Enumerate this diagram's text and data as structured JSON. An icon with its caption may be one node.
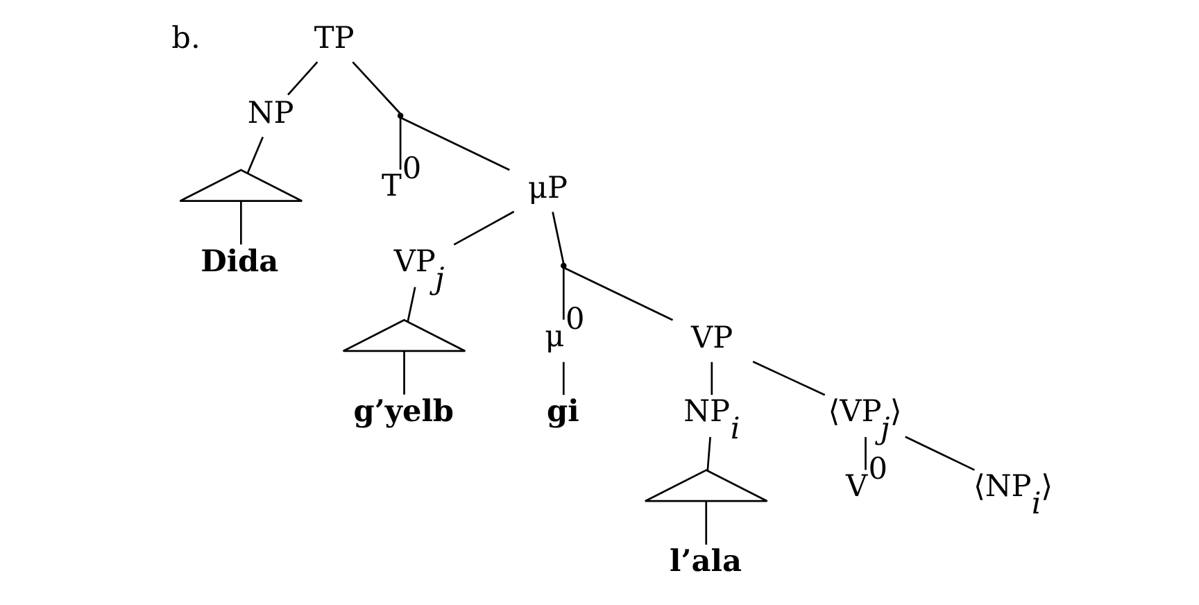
{
  "diagram": {
    "nodes": [
      {
        "text": [
          "TP"
        ]
      },
      {
        "text": [
          "NP"
        ]
      },
      {
        "text": [],
        "shape": "point"
      },
      {
        "text": [],
        "shape": "triangle"
      },
      {
        "text": [
          "Dida"
        ]
      },
      {
        "text": [
          "T$^{0}$"
        ]
      },
      {
        "text": [
          "μP"
        ]
      },
      {
        "text": [
          "VP$_{j}$"
        ]
      },
      {
        "text": [],
        "shape": "point"
      },
      {
        "text": [],
        "shape": "triangle"
      },
      {
        "text": [
          "g’yelb"
        ]
      },
      {
        "text": [
          "μ$^{0}$"
        ]
      },
      {
        "text": [
          "VP"
        ]
      },
      {
        "text": [
          "gi"
        ]
      },
      {
        "text": [
          "NP$_{i}$"
        ]
      },
      {
        "text": [
          "⟨VP$_{j}$⟩"
        ]
      },
      {
        "text": [],
        "shape": "triangle"
      },
      {
        "text": [
          "l’ala"
        ]
      },
      {
        "text": [
          "V$^{0}$"
        ]
      },
      {
        "text": [
          "⟨NP$_{i}$⟩"
        ]
      }
    ],
    "edges": [
      {
        "from": 0,
        "to": 1,
        "arrow": "none"
      },
      {
        "from": 0,
        "to": 2,
        "arrow": "none"
      },
      {
        "from": 1,
        "to": 3,
        "arrow": "none"
      },
      {
        "from": 3,
        "to": 4,
        "arrow": "none"
      },
      {
        "from": 2,
        "to": 5,
        "arrow": "none"
      },
      {
        "from": 2,
        "to": 6,
        "arrow": "none"
      },
      {
        "from": 6,
        "to": 7,
        "arrow": "none"
      },
      {
        "from": 6,
        "to": 8,
        "arrow": "none"
      },
      {
        "from": 7,
        "to": 9,
        "arrow": "none"
      },
      {
        "from": 9,
        "to": 10,
        "arrow": "none"
      },
      {
        "from": 8,
        "to": 11,
        "arrow": "none"
      },
      {
        "from": 8,
        "to": 12,
        "arrow": "none"
      },
      {
        "from": 11,
        "to": 13,
        "arrow": "none"
      },
      {
        "from": 12,
        "to": 14,
        "arrow": "none"
      },
      {
        "from": 12,
        "to": 15,
        "arrow": "none"
      },
      {
        "from": 14,
        "to": 16,
        "arrow": "none"
      },
      {
        "from": 16,
        "to": 17,
        "arrow": "none"
      },
      {
        "from": 15,
        "to": 18,
        "arrow": "none"
      },
      {
        "from": 15,
        "to": 19,
        "arrow": "none"
      }
    ],
    "labels": [
      "b."
    ]
  }
}
